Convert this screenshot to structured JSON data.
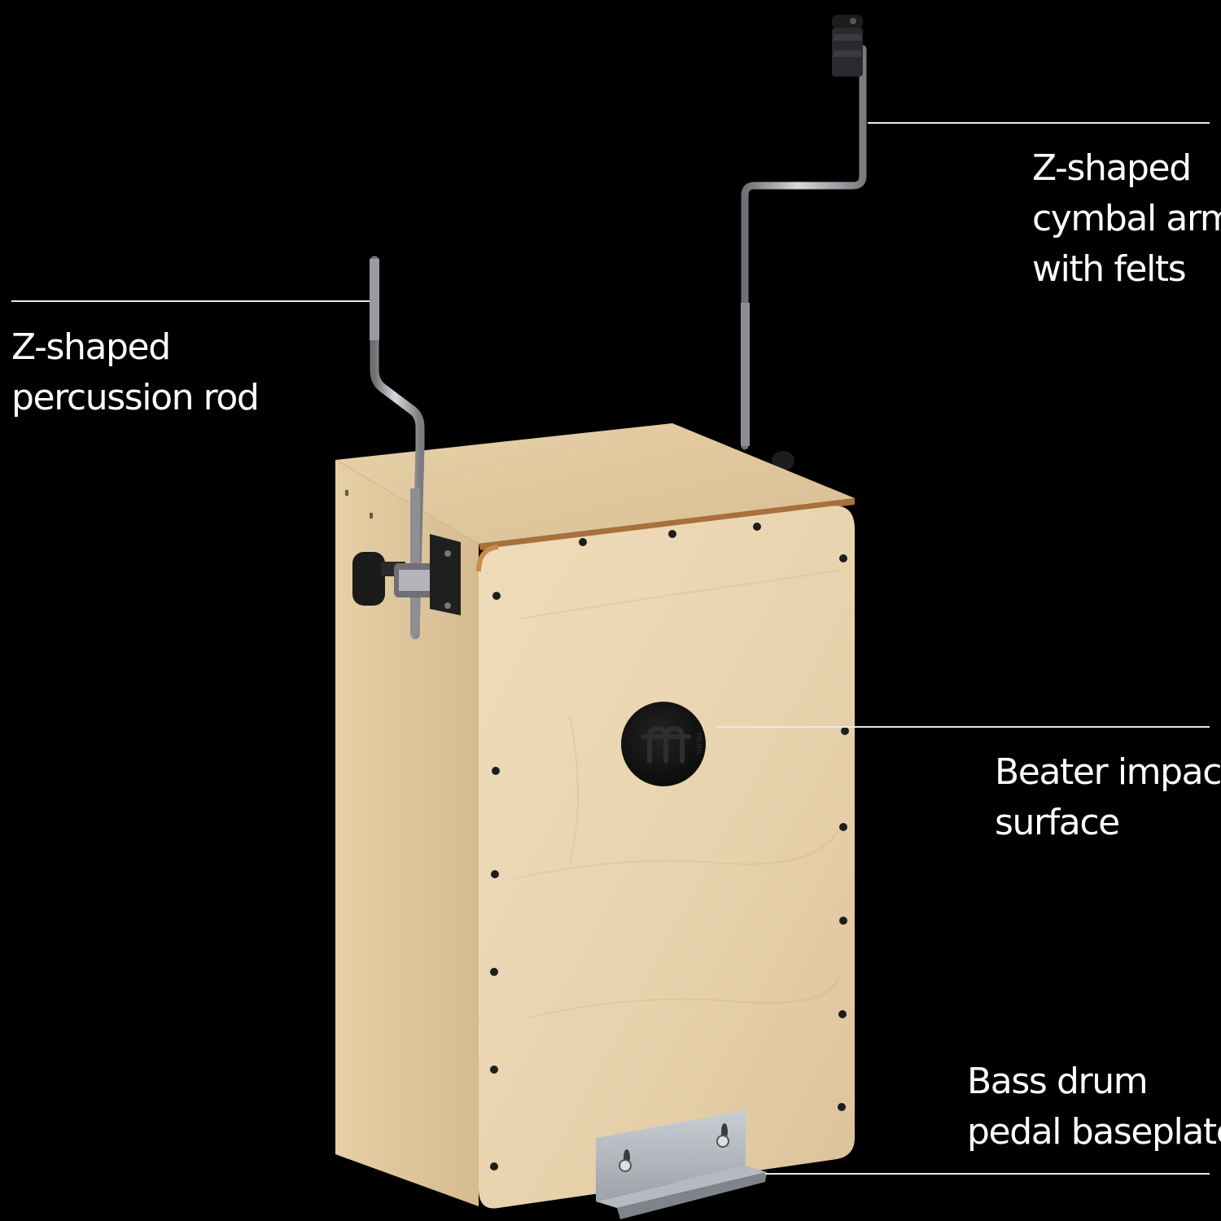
{
  "callouts": {
    "cymbal_arm": {
      "lines": [
        "Z-shaped",
        "cymbal arm",
        "with felts"
      ]
    },
    "percussion_rod": {
      "lines": [
        "Z-shaped",
        "percussion rod"
      ]
    },
    "beater_surface": {
      "lines": [
        "Beater impact",
        "surface"
      ]
    },
    "baseplate": {
      "lines": [
        "Bass drum",
        "pedal baseplate"
      ]
    }
  },
  "product": {
    "logo_lettering": "MEINL"
  },
  "colors": {
    "background": "#000000",
    "text": "#ffffff",
    "wood_front": "#e9d5b2",
    "wood_top": "#dcc39a",
    "wood_side": "#d2b88f",
    "edge_ply": "#c98a4a",
    "metal": "#a8a8ac",
    "beater_pad": "#151515"
  }
}
